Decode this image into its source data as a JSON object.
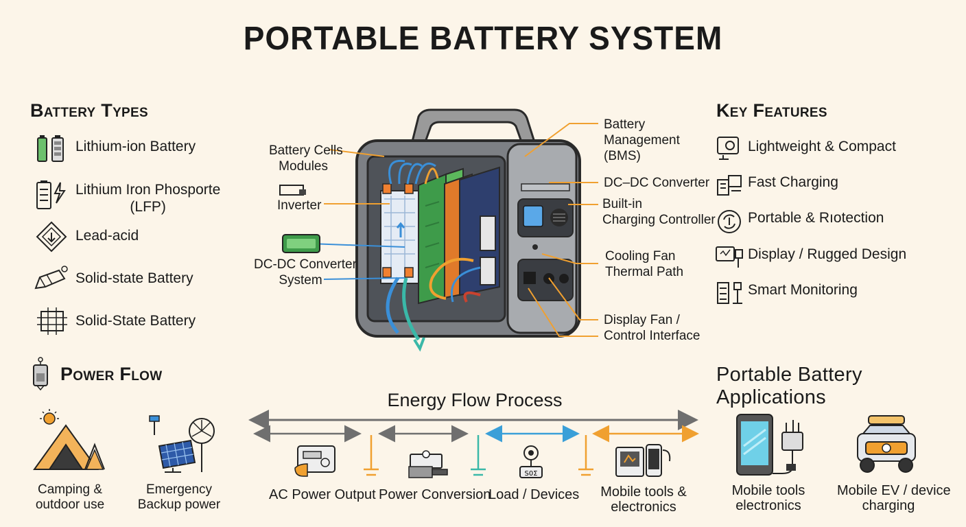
{
  "title": "PORTABLE BATTERY SYSTEM",
  "battery_types": {
    "heading": "Battery Types",
    "items": [
      {
        "label": "Lithium-ion Battery",
        "icon": "battery-cells-icon"
      },
      {
        "label_line1": "Lithium Iron Phosporte",
        "label_line2": "(LFP)",
        "icon": "lfp-battery-icon"
      },
      {
        "label": "Lead-acid",
        "icon": "lead-acid-icon"
      },
      {
        "label": "Solid-state Battery",
        "icon": "solid-state-icon"
      },
      {
        "label": "Solid-State Battery",
        "icon": "grid-cell-icon"
      }
    ]
  },
  "key_features": {
    "heading": "Key Features",
    "items": [
      {
        "label": "Lightweight & Compact",
        "icon": "compact-icon"
      },
      {
        "label": "Fast Charging",
        "icon": "fast-charging-icon"
      },
      {
        "label": "Portable & Rıotection",
        "icon": "protection-icon"
      },
      {
        "label": "Display / Rugged Design",
        "icon": "display-icon"
      },
      {
        "label": "Smart Monitoring",
        "icon": "monitoring-icon"
      }
    ]
  },
  "callouts_left": {
    "battery_cells": [
      "Battery Cells",
      "Modules"
    ],
    "inverter": "Inverter",
    "dcdc_system": [
      "DC-DC Converter",
      "System"
    ]
  },
  "callouts_right": {
    "bms": [
      "Battery",
      "Management",
      "(BMS)"
    ],
    "dcdc": "DC–DC Converter",
    "charging": [
      "Built-in",
      "Charging Controller"
    ],
    "cooling": [
      "Cooling Fan",
      "Thermal Path"
    ],
    "display": [
      "Display Fan /",
      "Control Interface"
    ]
  },
  "power_flow": {
    "heading": "Power Flow",
    "items": [
      {
        "line1": "Camping &",
        "line2": "outdoor use",
        "icon": "camping-tent-icon"
      },
      {
        "line1": "Emergency",
        "line2": "Backup power",
        "icon": "solar-wind-icon"
      }
    ]
  },
  "energy_flow": {
    "heading": "Energy Flow Process",
    "steps": [
      {
        "label": "AC Power Output",
        "icon": "ac-output-icon"
      },
      {
        "label": "Power Conversion",
        "icon": "conversion-icon"
      },
      {
        "label": "Load / Devices",
        "icon": "load-icon"
      },
      {
        "line1": "Mobile tools &",
        "line2": "electronics",
        "icon": "mobile-tools-icon"
      }
    ]
  },
  "applications": {
    "heading": "Portable Battery Applications",
    "items": [
      {
        "line1": "Mobile tools",
        "line2": "electronics",
        "icon": "phone-charger-icon"
      },
      {
        "line1": "Mobile EV / device",
        "line2": "charging",
        "icon": "ev-car-icon"
      }
    ]
  },
  "colors": {
    "background": "#fcf5e9",
    "callout_orange": "#f0a030",
    "callout_blue": "#3a8fd8",
    "flow_grey": "#6f6f6f",
    "flow_teal": "#3ab8a8",
    "cell_green": "#3e9b4a",
    "cell_orange": "#e07a2a",
    "cell_navy": "#2e3f6e"
  }
}
